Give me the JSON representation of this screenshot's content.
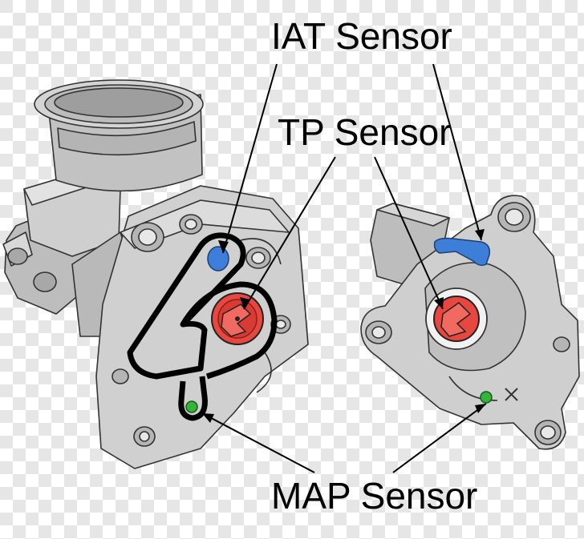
{
  "labels": {
    "iat": "IAT Sensor",
    "tp": "TP Sensor",
    "map": "MAP Sensor"
  },
  "colors": {
    "iat_sensor": "#3d7fd8",
    "tp_sensor": "#e8473f",
    "map_sensor": "#35b43a",
    "body": "#c9c9c9",
    "outline": "#333333"
  },
  "components": {
    "left": "throttle-body-front-view",
    "right": "throttle-body-rear-view"
  }
}
